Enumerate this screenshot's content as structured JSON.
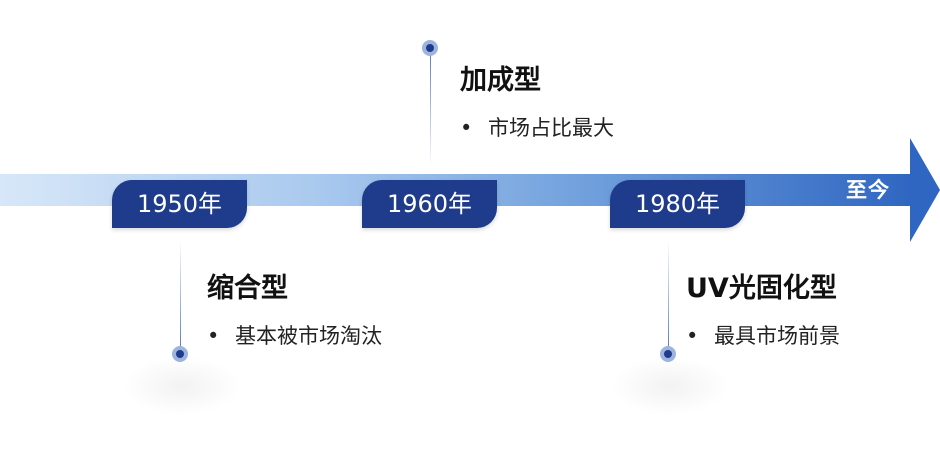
{
  "timeline": {
    "end_label": "至今",
    "events": [
      {
        "year": "1950年",
        "title": "缩合型",
        "bullet": "基本被市场淘汰"
      },
      {
        "year": "1960年",
        "title": "加成型",
        "bullet": "市场占比最大"
      },
      {
        "year": "1980年",
        "title": "UV光固化型",
        "bullet": "最具市场前景"
      }
    ],
    "bullet_mark": "•"
  },
  "colors": {
    "year_badge": "#1f3b8c",
    "arrow_end": "#2f66c1",
    "arrow_start": "#d7e7f8"
  }
}
